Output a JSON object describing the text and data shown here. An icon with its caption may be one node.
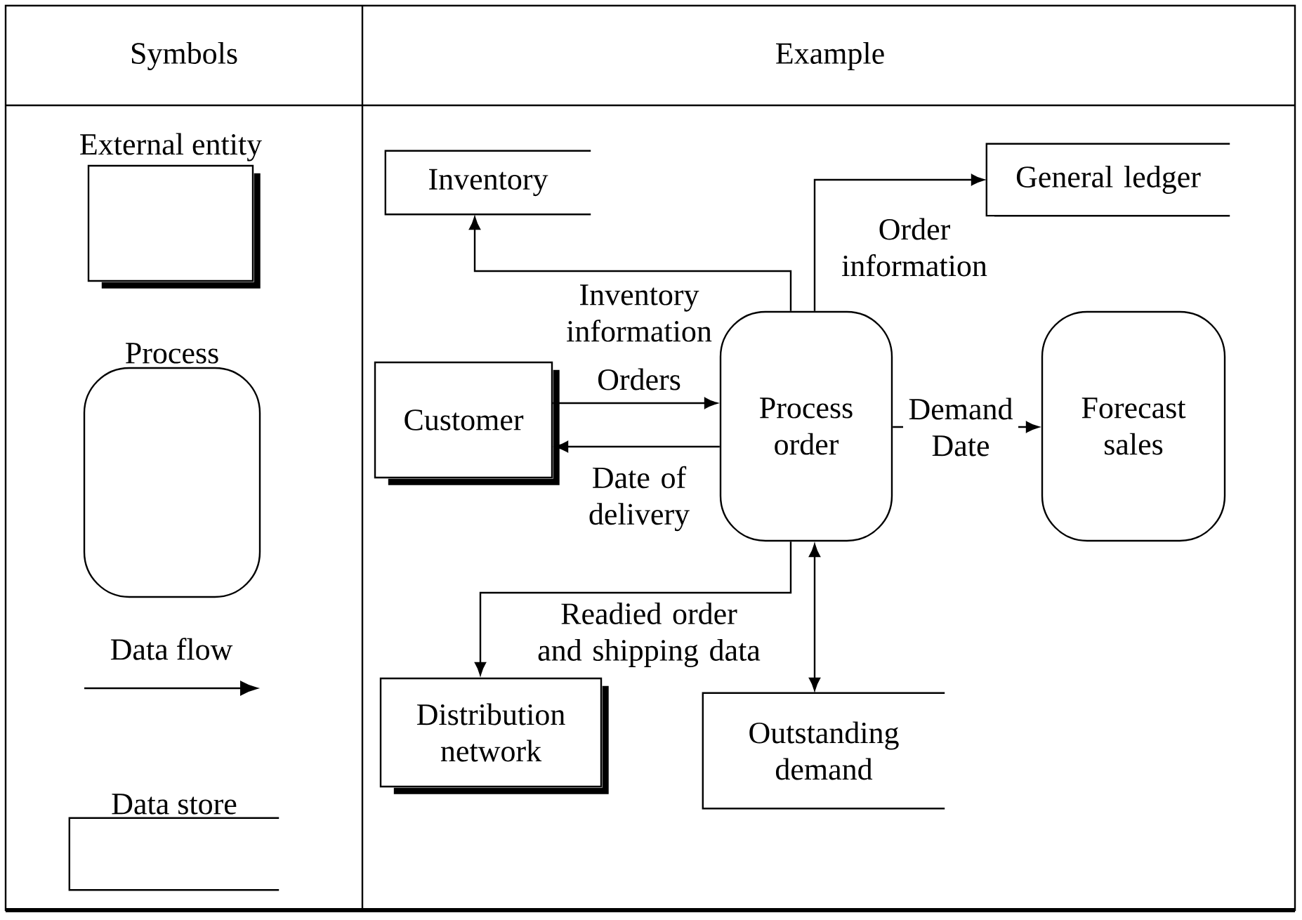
{
  "diagram": {
    "nodes": [
      {
        "text": [
          "External entity"
        ]
      },
      {
        "text": [
          "Process"
        ]
      },
      {
        "text": [
          "Data store"
        ]
      },
      {
        "text": [
          "Inventory"
        ]
      },
      {
        "text": [
          "General ledger"
        ]
      },
      {
        "text": [
          "Customer"
        ]
      },
      {
        "text": [
          "Process order"
        ]
      },
      {
        "text": [
          "Forecast sales"
        ]
      },
      {
        "text": [
          "Distribution network"
        ]
      },
      {
        "text": [
          "Outstanding demand"
        ]
      }
    ],
    "edges": [
      {
        "from": 5,
        "to": 6,
        "arrow": "to",
        "label": "Orders"
      },
      {
        "from": 6,
        "to": 5,
        "arrow": "to",
        "label": "Date of delivery"
      },
      {
        "from": 6,
        "to": 3,
        "arrow": "to",
        "label": "Inventory information"
      },
      {
        "from": 6,
        "to": 4,
        "arrow": "to",
        "label": "Order information"
      },
      {
        "from": 6,
        "to": 7,
        "arrow": "to",
        "label": "Demand Date"
      },
      {
        "from": 6,
        "to": 8,
        "arrow": "to",
        "label": "Readied order and shipping data"
      },
      {
        "from": 6,
        "to": 9,
        "arrow": "both"
      }
    ],
    "labels": [
      "Symbols",
      "Example",
      "Data flow"
    ]
  }
}
